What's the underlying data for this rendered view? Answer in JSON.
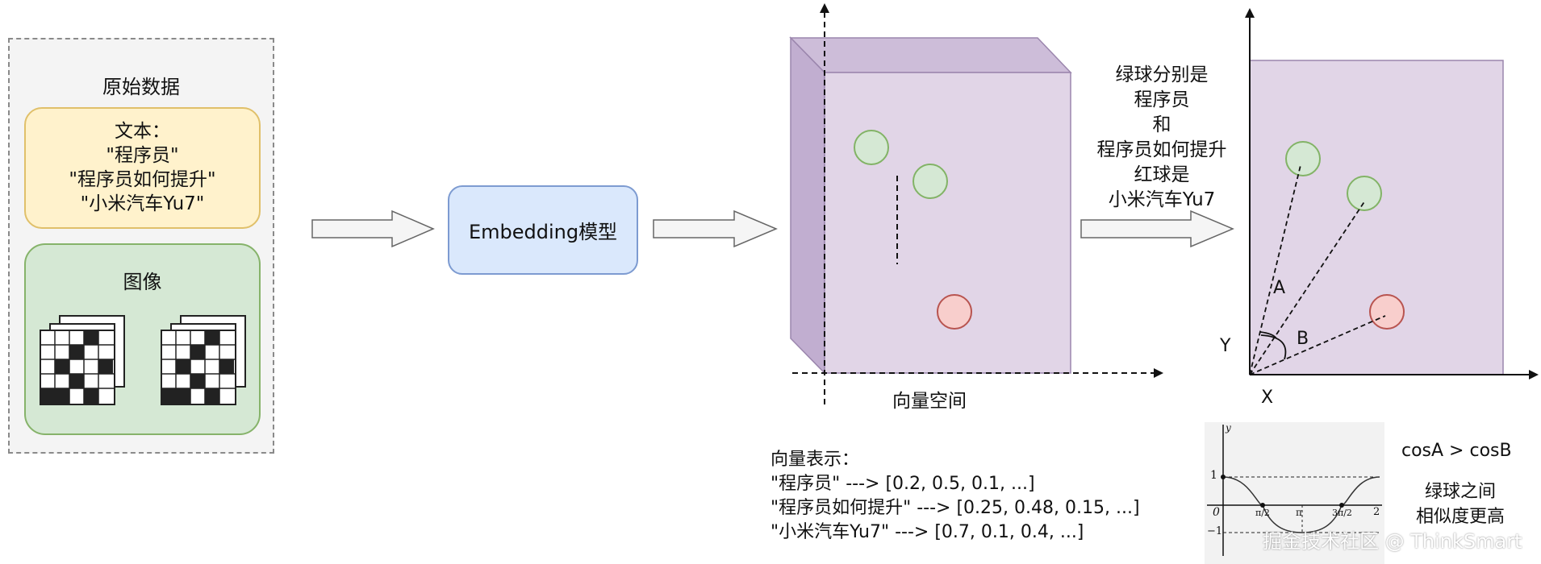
{
  "raw": {
    "title": "原始数据",
    "text_lines": [
      "文本：",
      "\"程序员\"",
      "\"程序员如何提升\"",
      "\"小米汽车Yu7\""
    ],
    "image_title": "图像"
  },
  "model": {
    "label": "Embedding模型"
  },
  "space": {
    "label": "向量空间"
  },
  "vectors": {
    "heading": "向量表示：",
    "rows": [
      "\"程序员\" ---> [0.2, 0.5, 0.1, ...]",
      "\"程序员如何提升\" ---> [0.25, 0.48, 0.15, ...]",
      "\"小米汽车Yu7\" ---> [0.7, 0.1, 0.4, ...]"
    ]
  },
  "note": {
    "lines": [
      "绿球分别是",
      "程序员",
      "和",
      "程序员如何提升",
      "红球是",
      "小米汽车Yu7"
    ]
  },
  "angle": {
    "a": "A",
    "b": "B",
    "x_axis": "X",
    "y_axis": "Y"
  },
  "cos_graph": {
    "y_tick_pos": "1",
    "y_tick_neg": "−1",
    "origin": "0",
    "y_axis": "y",
    "pi_half": "π/2",
    "pi": "π",
    "three_pi_half": "3π/2",
    "two": "2"
  },
  "conclusion": {
    "cos": "cosA > cosB",
    "similarity_lines": [
      "绿球之间",
      "相似度更高"
    ]
  },
  "watermark": "掘金技术社区 @ ThinkSmart",
  "colors": {
    "green_ball": "#d5e8d4",
    "red_ball": "#f8cecc",
    "purple_box": "#e1d5e7",
    "model_blue": "#dae8fc",
    "note_yellow": "#fff2cc"
  }
}
